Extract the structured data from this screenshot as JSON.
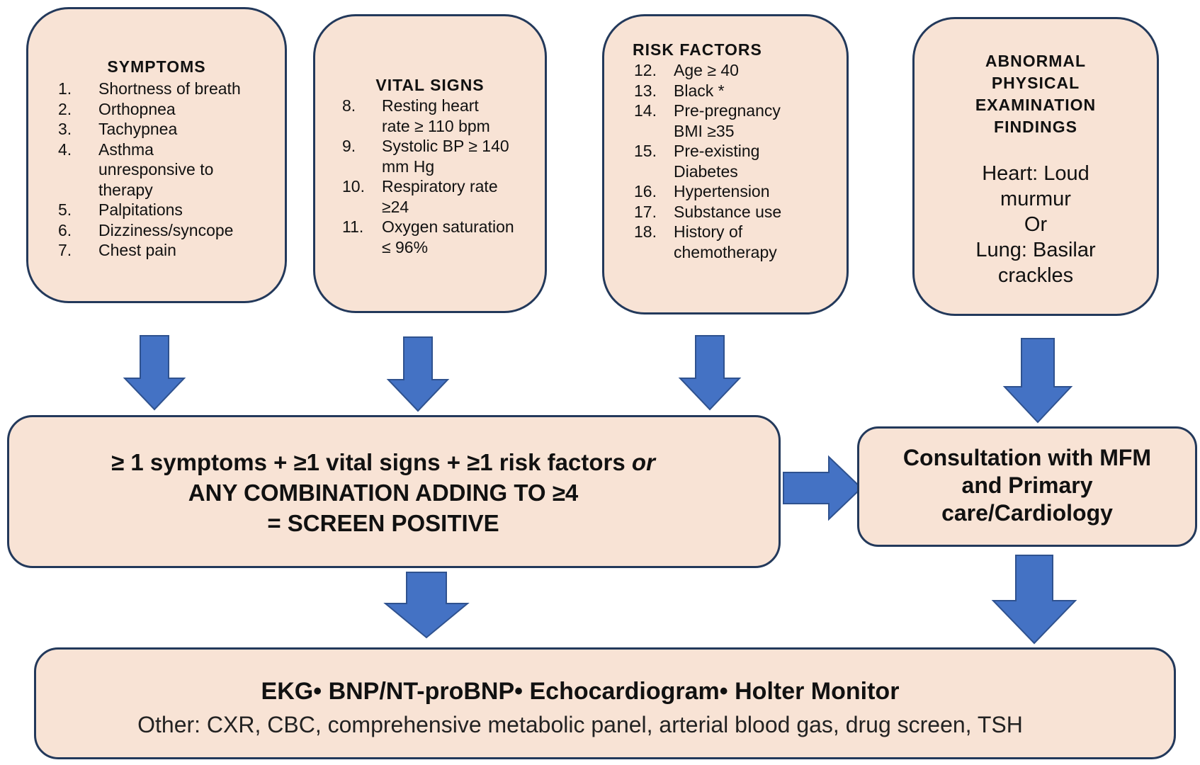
{
  "symptoms": {
    "title": "SYMPTOMS",
    "items": [
      {
        "num": "1.",
        "text": "Shortness of breath"
      },
      {
        "num": "2.",
        "text": "Orthopnea"
      },
      {
        "num": "3.",
        "text": "Tachypnea"
      },
      {
        "num": "4.",
        "text": "Asthma unresponsive to therapy"
      },
      {
        "num": "5.",
        "text": "Palpitations"
      },
      {
        "num": "6.",
        "text": "Dizziness/syncope"
      },
      {
        "num": "7.",
        "text": "Chest pain"
      }
    ]
  },
  "vital_signs": {
    "title": "VITAL SIGNS",
    "items": [
      {
        "num": "8.",
        "text": "Resting heart rate ≥ 110 bpm"
      },
      {
        "num": "9.",
        "text": "Systolic BP ≥ 140 mm Hg"
      },
      {
        "num": "10.",
        "text": "Respiratory rate ≥24"
      },
      {
        "num": "11.",
        "text": "Oxygen saturation ≤ 96%"
      }
    ]
  },
  "risk_factors": {
    "title": "RISK FACTORS",
    "items": [
      {
        "num": "12.",
        "text": "Age  ≥ 40"
      },
      {
        "num": "13.",
        "text": "Black *"
      },
      {
        "num": "14.",
        "text": "Pre-pregnancy BMI  ≥35"
      },
      {
        "num": "15.",
        "text": "Pre-existing Diabetes"
      },
      {
        "num": "16.",
        "text": "Hypertension"
      },
      {
        "num": "17.",
        "text": "Substance use"
      },
      {
        "num": "18.",
        "text": "History of chemotherapy"
      }
    ]
  },
  "exam": {
    "title_lines": [
      "ABNORMAL",
      "PHYSICAL",
      "EXAMINATION",
      "FINDINGS"
    ],
    "body_lines": [
      "Heart: Loud",
      "murmur",
      "Or",
      "Lung: Basilar",
      "crackles"
    ]
  },
  "screen": {
    "line1_a": "≥ 1 symptoms + ≥1 vital signs + ≥1 risk factors ",
    "line1_or": "or",
    "line2": "ANY COMBINATION ADDING TO ≥4",
    "line3": "= SCREEN POSITIVE"
  },
  "consult": {
    "lines": [
      "Consultation with MFM",
      "and Primary",
      "care/Cardiology"
    ]
  },
  "tests": {
    "main": "EKG• BNP/NT-proBNP• Echocardiogram• Holter Monitor",
    "other": "Other: CXR, CBC, comprehensive metabolic panel, arterial blood gas, drug screen, TSH"
  },
  "colors": {
    "box_fill": "#f8e3d5",
    "box_border": "#23395b",
    "arrow_fill": "#4472c4",
    "arrow_border": "#2f528f"
  }
}
